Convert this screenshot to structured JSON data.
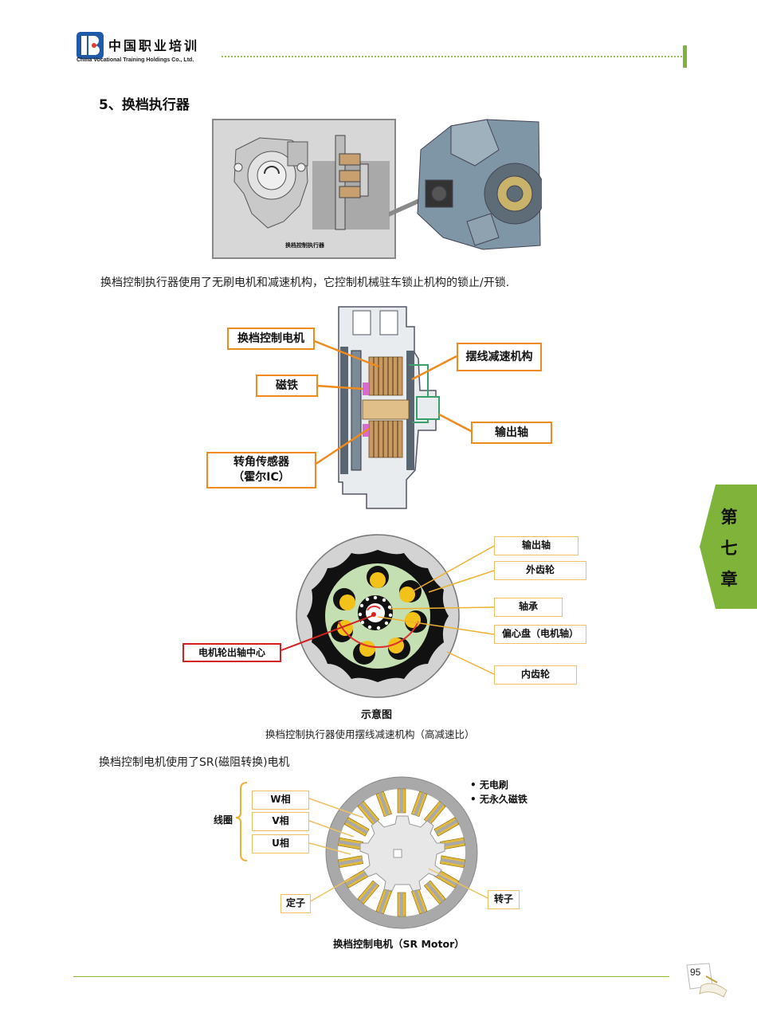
{
  "header": {
    "logo_cn": "中国职业培训",
    "logo_en": "China Vocational Training Holdings Co., Ltd.",
    "accent_color": "#7fb33a",
    "logo_color": "#1e5aa8"
  },
  "section": {
    "title": "5、换档执行器"
  },
  "figure1": {
    "inner_label": "换档控制执行器"
  },
  "paragraph1": "换档控制执行器使用了无刷电机和减速机构，它控制机械驻车锁止机构的锁止/开锁.",
  "figure2": {
    "labels": {
      "motor": "换档控制电机",
      "magnet": "磁铁",
      "sensor_line1": "转角传感器",
      "sensor_line2": "（霍尔IC）",
      "cycloid": "摆线减速机构",
      "output": "输出轴"
    }
  },
  "figure3": {
    "labels": {
      "output_shaft": "输出轴",
      "outer_gear": "外齿轮",
      "bearing": "轴承",
      "eccentric": "偏心盘（电机轴）",
      "inner_gear": "内齿轮",
      "motor_center": "电机轮出轴中心"
    },
    "diagram_title": "示意图"
  },
  "caption1": "换档控制执行器使用摆线减速机构（高减速比）",
  "paragraph2": "换档控制电机使用了SR(磁阻转换)电机",
  "figure4": {
    "coil_label": "线圈",
    "phases": [
      "W相",
      "V相",
      "U相"
    ],
    "stator": "定子",
    "rotor": "转子",
    "features": [
      "无电刷",
      "无永久磁铁"
    ],
    "title": "换档控制电机（SR Motor）"
  },
  "chapter": {
    "chars": [
      "第",
      "七",
      "章"
    ],
    "color": "#7fb33a"
  },
  "footer": {
    "page_number": "95"
  }
}
